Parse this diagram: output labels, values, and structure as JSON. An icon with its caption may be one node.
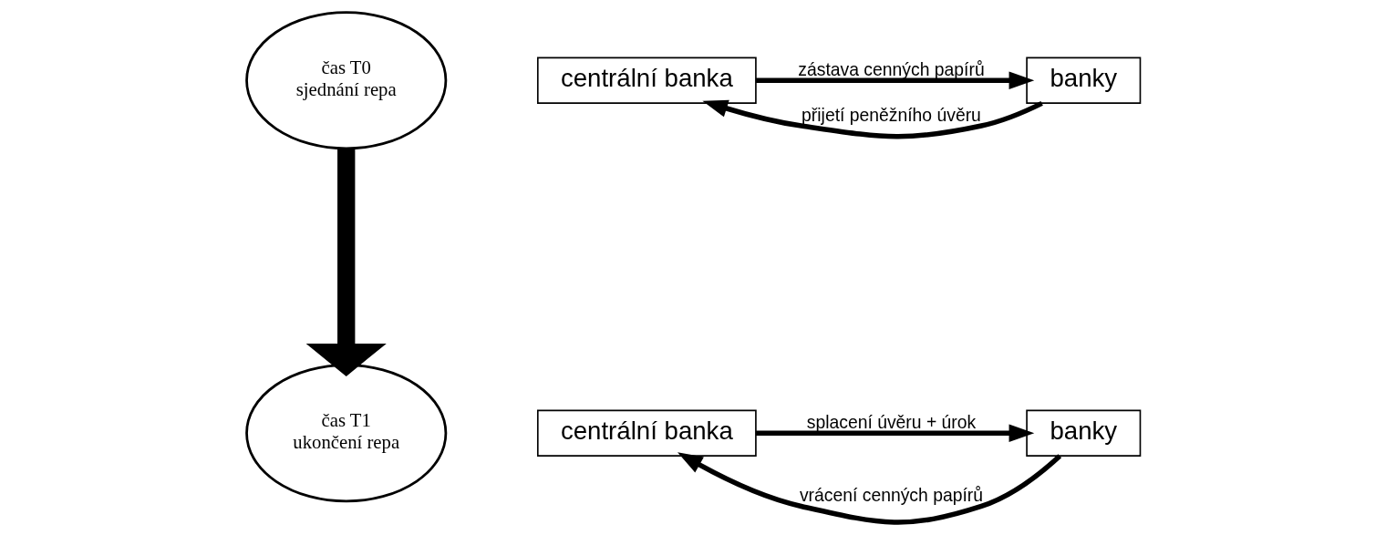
{
  "diagram": {
    "nodes": [
      {
        "text": [
          "čas T0",
          "sjednání repa"
        ]
      },
      {
        "text": [
          "centrální banka"
        ]
      },
      {
        "text": [
          "banky"
        ]
      },
      {
        "text": [
          "čas T1",
          "ukončení repa"
        ]
      },
      {
        "text": [
          "centrální banka"
        ]
      },
      {
        "text": [
          "banky"
        ]
      }
    ],
    "edges": [
      {
        "from": 0,
        "to": 3,
        "arrow": "to",
        "style": "thick"
      },
      {
        "from": 1,
        "to": 2,
        "arrow": "to",
        "label": "zástava cenných papírů"
      },
      {
        "from": 2,
        "to": 1,
        "arrow": "to",
        "label": "přijetí peněžního úvěru"
      },
      {
        "from": 5,
        "to": 4,
        "arrow": "to",
        "label": "vrácení cenných papírů"
      },
      {
        "from": 4,
        "to": 5,
        "arrow": "to",
        "label": "splacení úvěru + úrok"
      }
    ]
  }
}
